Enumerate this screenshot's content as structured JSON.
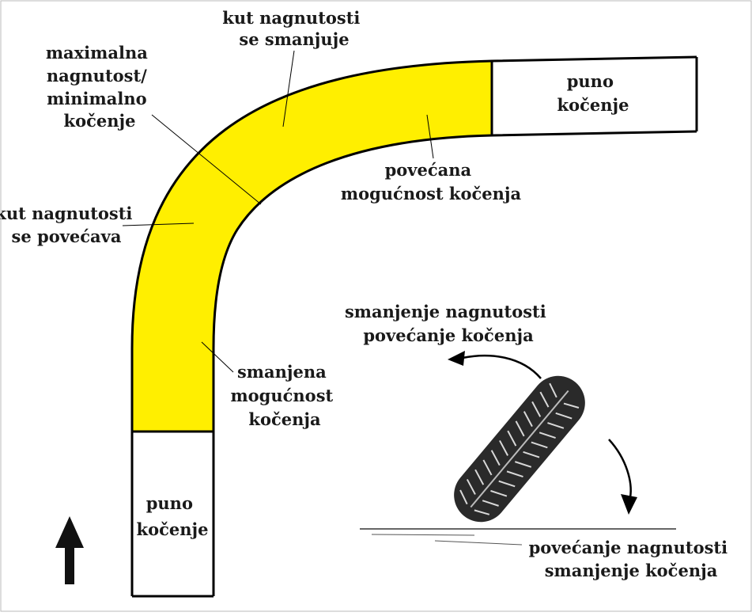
{
  "labels": {
    "kut_smanjuje": [
      "kut nagnutosti",
      "se smanjuje"
    ],
    "max_nagnutost": [
      "maximalna",
      "nagnutost/",
      "minimalno",
      "kočenje"
    ],
    "kut_povecava": [
      "kut nagnutosti",
      "se povećava"
    ],
    "povecana": [
      "povećana",
      "mogućnost kočenja"
    ],
    "smanjena": [
      "smanjena",
      "mogućnost",
      "kočenja"
    ],
    "puno_top": [
      "puno",
      "kočenje"
    ],
    "puno_bottom": [
      "puno",
      "kočenje"
    ],
    "smanjenje_nagnutosti": [
      "smanjenje nagnutosti",
      "povećanje kočenja"
    ],
    "povecanje_nagnutosti": [
      "povećanje nagnutosti",
      "smanjenje kočenja"
    ]
  },
  "colors": {
    "track_yellow": "#ffef00",
    "outline": "#000000",
    "tire": "#2a2a2a"
  },
  "icons": {
    "direction_arrow": "arrow-up-icon",
    "tire": "tire-icon",
    "rotate_left": "curved-arrow-left-icon",
    "rotate_down": "curved-arrow-down-icon"
  }
}
